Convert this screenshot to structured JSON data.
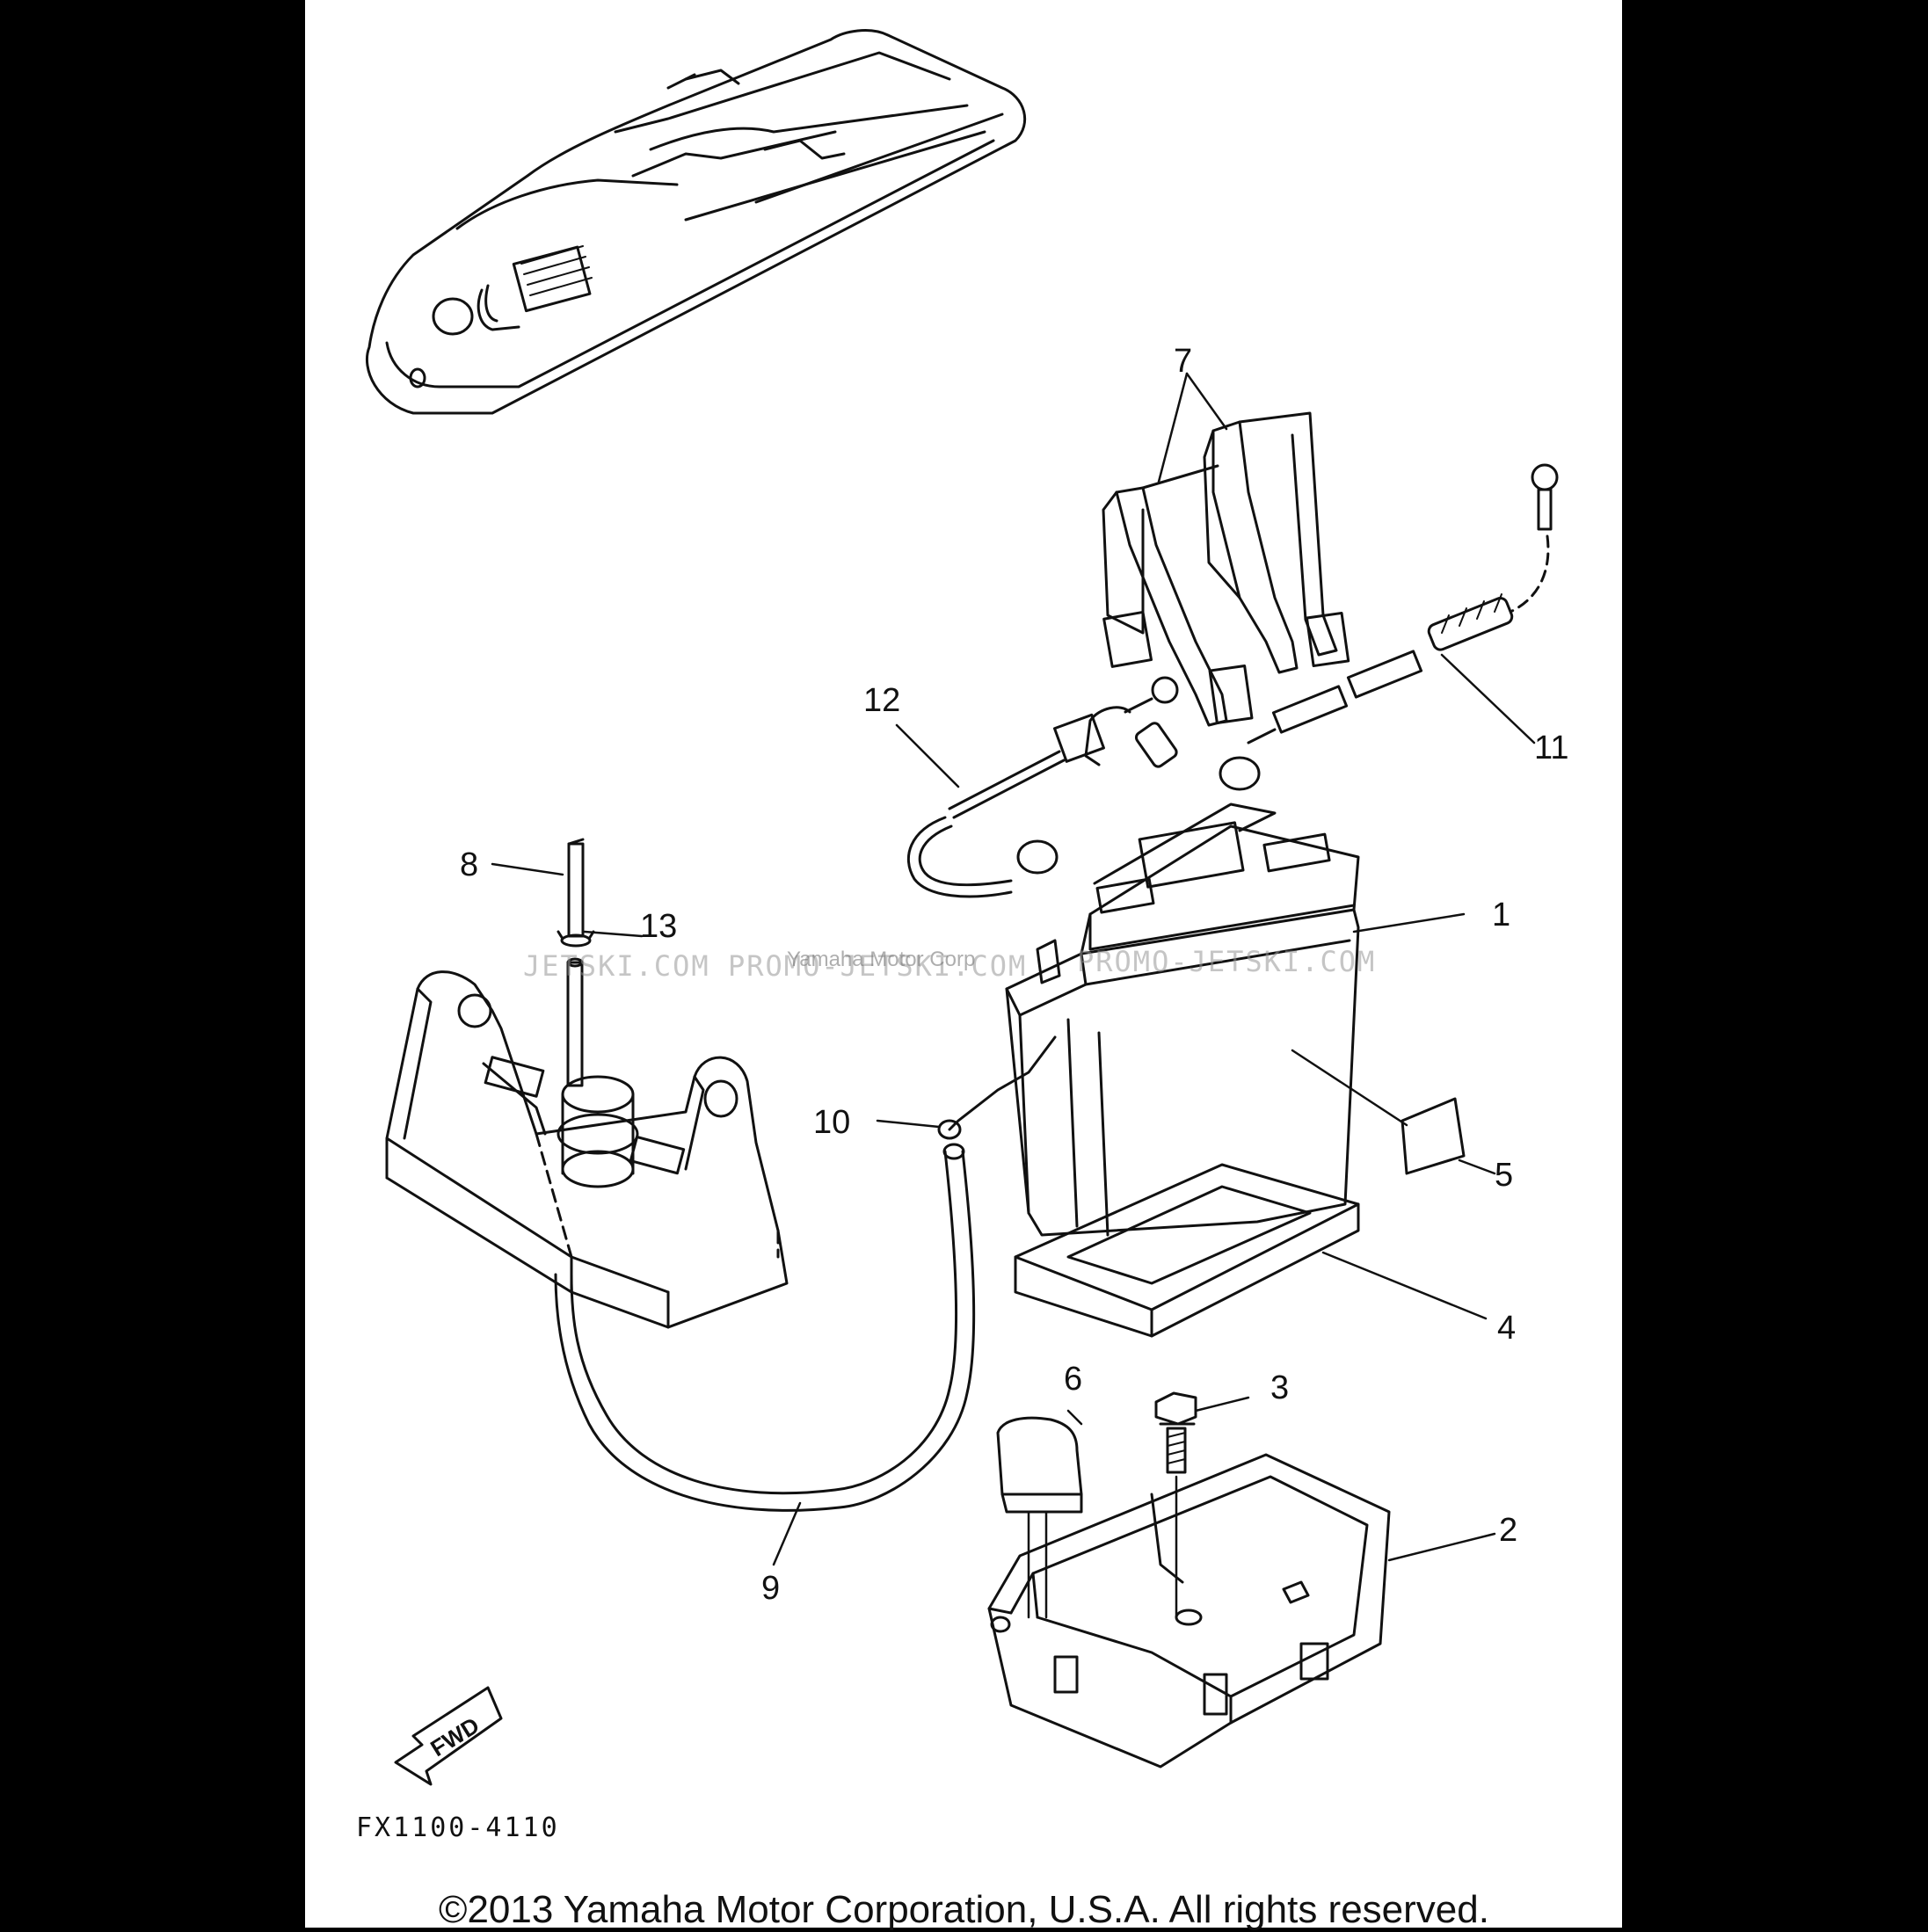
{
  "diagram": {
    "callouts": [
      {
        "id": "1",
        "label": "1"
      },
      {
        "id": "2",
        "label": "2"
      },
      {
        "id": "3",
        "label": "3"
      },
      {
        "id": "4",
        "label": "4"
      },
      {
        "id": "5",
        "label": "5"
      },
      {
        "id": "6",
        "label": "6"
      },
      {
        "id": "7",
        "label": "7"
      },
      {
        "id": "8",
        "label": "8"
      },
      {
        "id": "9",
        "label": "9"
      },
      {
        "id": "10",
        "label": "10"
      },
      {
        "id": "11",
        "label": "11"
      },
      {
        "id": "12",
        "label": "12"
      },
      {
        "id": "13",
        "label": "13"
      }
    ],
    "direction_marker": "FWD",
    "drawing_code": "FX1100-4110"
  },
  "watermarks": {
    "left": "JETSKI.COM",
    "middle": "PROMO-JETSKI.COM",
    "right": "PROMO-JETSKI.COM",
    "overlay": "Yamaha Motor Corp"
  },
  "footer": {
    "copyright": "©2013 Yamaha Motor Corporation, U.S.A. All rights reserved."
  },
  "colors": {
    "page": "#ffffff",
    "background": "#000000",
    "ink": "#111111"
  }
}
